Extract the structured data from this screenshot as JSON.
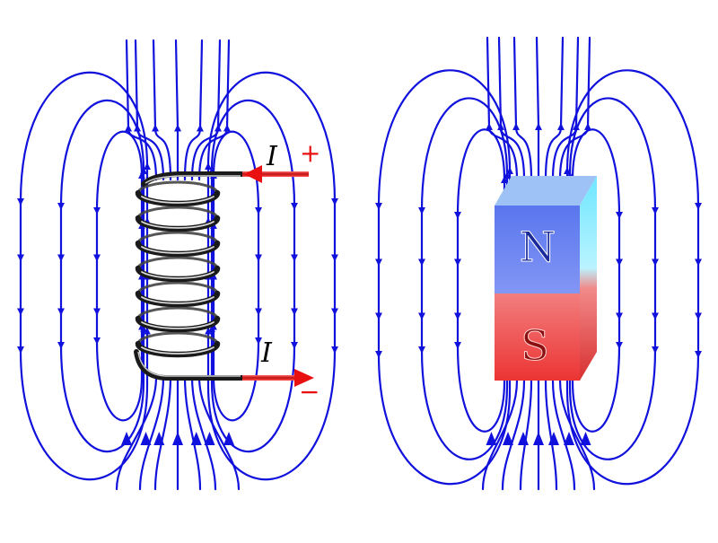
{
  "solenoid": {
    "current_label_top": "I",
    "current_label_bottom": "I",
    "polarity_top": "+",
    "polarity_bottom": "−"
  },
  "magnet": {
    "north_label": "N",
    "south_label": "S"
  },
  "colors": {
    "field_lines": "#1111dd",
    "current_arrow": "#e81010",
    "wire": "#222222",
    "north_pole": "#6f86f0",
    "south_pole": "#ef6a6a"
  }
}
